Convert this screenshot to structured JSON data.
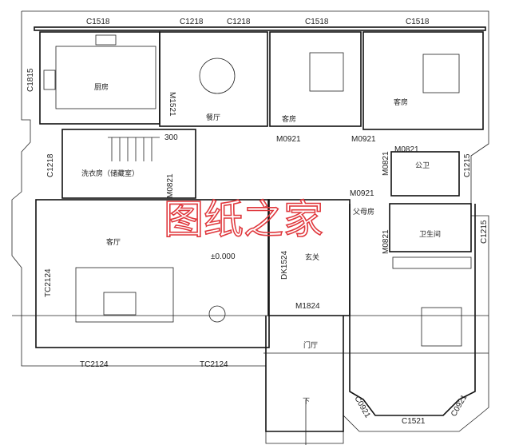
{
  "watermark": "图纸之家",
  "rooms": {
    "kitchen": "厨房",
    "dining": "餐厅",
    "guest_room_1": "客房",
    "guest_room_2": "客房",
    "public_bath": "公卫",
    "laundry": "洗衣房（储藏室）",
    "living": "客厅",
    "foyer": "玄关",
    "parents_room": "父母房",
    "bathroom": "卫生间",
    "entry_hall": "门厅",
    "down": "下"
  },
  "labels": {
    "c1518_a": "C1518",
    "c1218_a": "C1218",
    "c1218_b": "C1218",
    "c1518_b": "C1518",
    "c1518_c": "C1518",
    "c1815": "C1815",
    "m1521": "M1521",
    "m0921_a": "M0921",
    "m0921_b": "M0921",
    "m0821_a": "M0821",
    "m0821_b": "M0821",
    "c1215_a": "C1215",
    "stair_300": "300",
    "c1218_side": "C1218",
    "m0821_c": "M0821",
    "m0921_c": "M0921",
    "c1215_b": "C1215",
    "m0821_d": "M0821",
    "dk1524": "DK1524",
    "elevation": "±0.000",
    "tc2124_side": "TC2124",
    "m1824": "M1824",
    "tc2124_a": "TC2124",
    "tc2124_b": "TC2124",
    "c0921_a": "C0921",
    "c1521": "C1521",
    "c0921_b": "C0921"
  }
}
